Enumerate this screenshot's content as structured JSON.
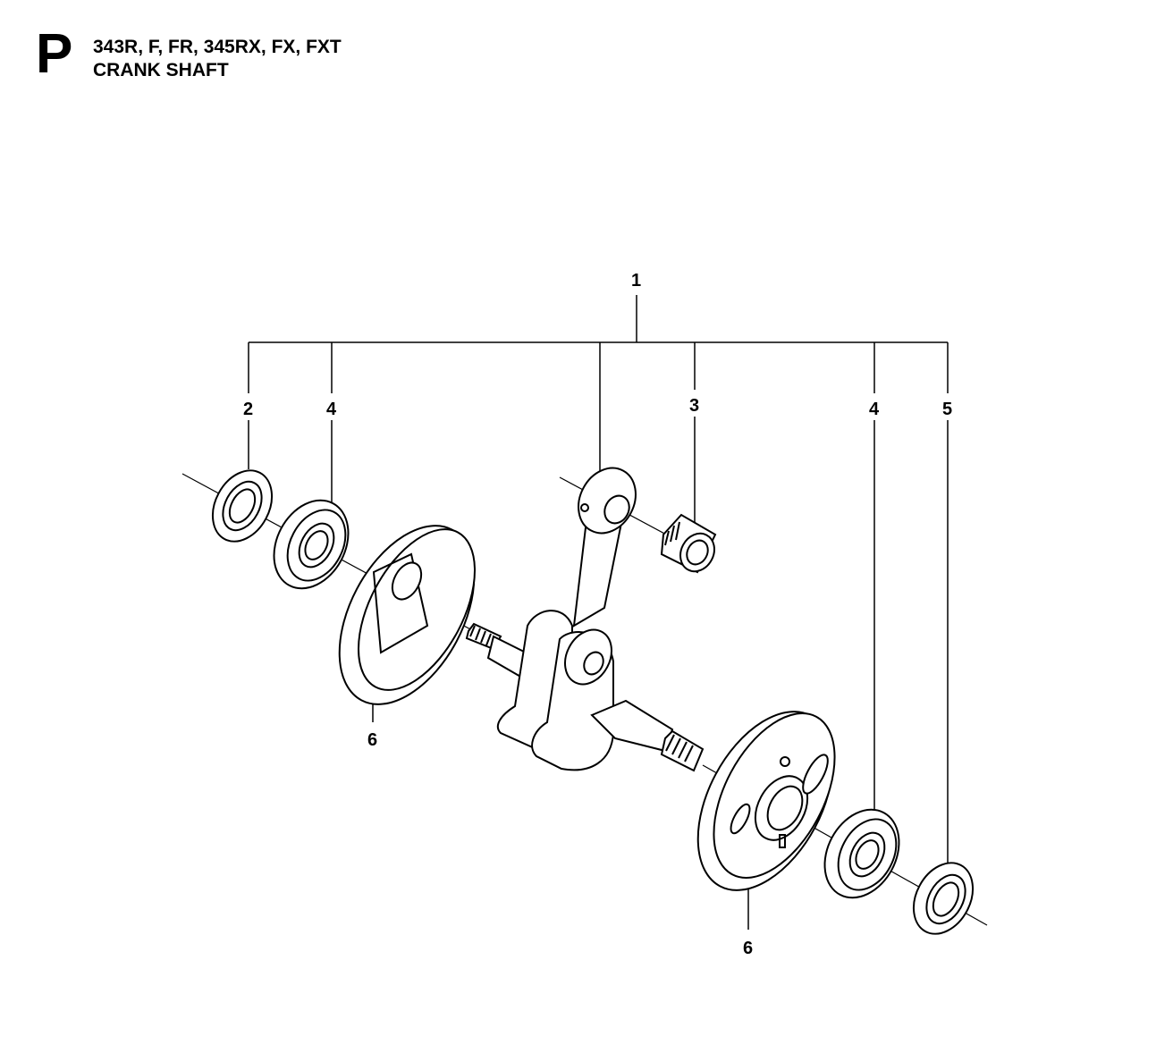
{
  "header": {
    "section_letter": "P",
    "models": "343R, F, FR, 345RX, FX, FXT",
    "title": "CRANK SHAFT"
  },
  "diagram": {
    "callouts": {
      "c1": "1",
      "c2": "2",
      "c4a": "4",
      "c3": "3",
      "c4b": "4",
      "c5": "5",
      "c6a": "6",
      "c6b": "6"
    }
  }
}
